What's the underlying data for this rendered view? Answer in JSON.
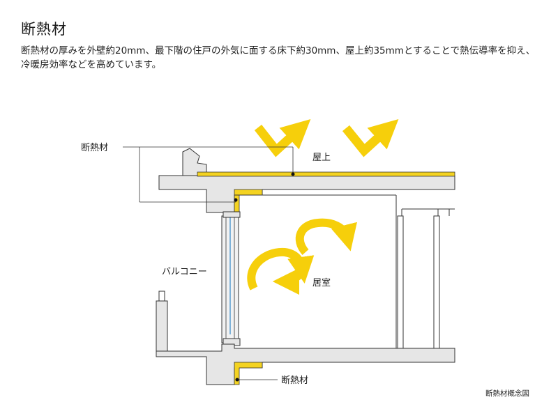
{
  "page": {
    "title": "断熱材",
    "lead": "断熱材の厚みを外壁約20mm、最下階の住戸の外気に面する床下約30mm、屋上約35mmとすることで熱伝導率を抑え、冷暖房効率などを高めています。"
  },
  "diagram": {
    "labels": {
      "insulation_top": "断熱材",
      "roof": "屋上",
      "balcony": "バルコニー",
      "room": "居室",
      "insulation_bottom": "断熱材"
    },
    "caption": "断熱材概念図",
    "colors": {
      "insulation": "#f4d321",
      "arrow": "#f6cf0b",
      "concrete": "#e6e6e6",
      "outline": "#333333"
    }
  }
}
